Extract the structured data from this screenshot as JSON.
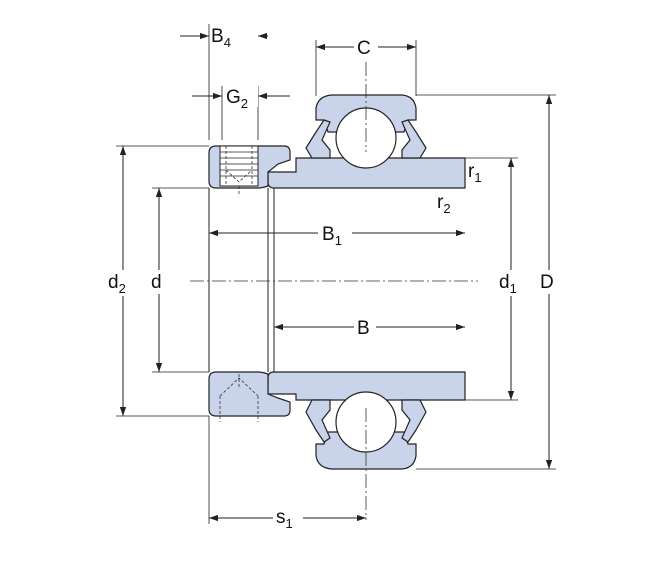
{
  "labels": {
    "B4": {
      "main": "B",
      "sub": "4"
    },
    "G2": {
      "main": "G",
      "sub": "2"
    },
    "C": "C",
    "r1": {
      "main": "r",
      "sub": "1"
    },
    "r2": {
      "main": "r",
      "sub": "2"
    },
    "B1": {
      "main": "B",
      "sub": "1"
    },
    "B": "B",
    "d2": {
      "main": "d",
      "sub": "2"
    },
    "d": "d",
    "d1": {
      "main": "d",
      "sub": "1"
    },
    "D": "D",
    "s1": {
      "main": "s",
      "sub": "1"
    }
  },
  "colors": {
    "part_fill": "#c9d3ea",
    "outline": "#222222"
  }
}
